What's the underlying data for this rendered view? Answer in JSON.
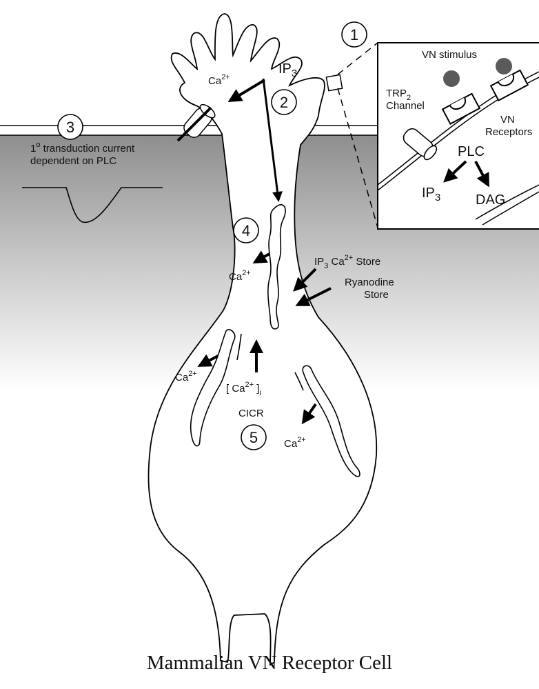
{
  "caption": "Mammalian VN Receptor Cell",
  "steps": [
    "1",
    "2",
    "3",
    "4",
    "5"
  ],
  "labels": {
    "ip3_top": "IP",
    "ip3_top_sub": "3",
    "ca_top": "Ca",
    "ca_sup": "2+",
    "transduction_line1_pre": "1",
    "transduction_line1_sup": "o",
    "transduction_line1_post": " transduction current",
    "transduction_line2": "dependent on PLC",
    "ca_store_pre": "IP",
    "ca_store_sub": "3",
    "ca_store_mid": " Ca",
    "ca_store_sup": "2+",
    "ca_store_post": " Store",
    "ryanodine_line1": "Ryanodine",
    "ryanodine_line2": "Store",
    "cai_open": "[ Ca",
    "cai_sup": "2+",
    "cai_close": " ]",
    "cai_sub": "i",
    "cicr": "CICR"
  },
  "inset": {
    "vn_stimulus": "VN stimulus",
    "trp_pre": "TRP",
    "trp_sub": "2",
    "trp_line2": "Channel",
    "vn_receptors_line1": "VN",
    "vn_receptors_line2": "Receptors",
    "plc": "PLC",
    "ip3": "IP",
    "ip3_sub": "3",
    "dag": "DAG"
  }
}
